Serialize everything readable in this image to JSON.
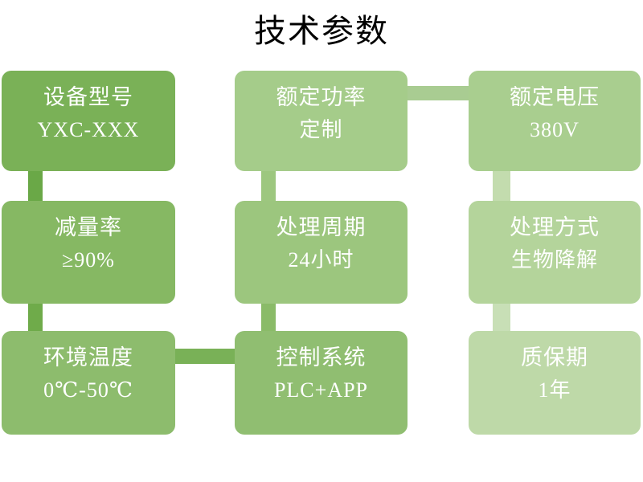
{
  "slide": {
    "title": "技术参数",
    "background_color": "#ffffff",
    "title_color": "#000000"
  },
  "palette": {
    "text_on_card": "#ffffff",
    "connector_dark": "#69a746",
    "connector_light": "#c3dcae"
  },
  "cards": [
    {
      "label": "设备型号",
      "value": "YXC-XXX",
      "color": "#7ab157"
    },
    {
      "label": "额定功率",
      "value": "定制",
      "color": "#a5cc8a"
    },
    {
      "label": "额定电压",
      "value": "380V",
      "color": "#a9ce8f"
    },
    {
      "label": "减量率",
      "value": "≥90%",
      "color": "#86b863"
    },
    {
      "label": "处理周期",
      "value": "24小时",
      "color": "#9cc67e"
    },
    {
      "label": "处理方式",
      "value": "生物降解",
      "color": "#b4d49b"
    },
    {
      "label": "环境温度",
      "value": "0℃-50℃",
      "color": "#8dbc6d"
    },
    {
      "label": "控制系统",
      "value": "PLC+APP",
      "color": "#90be71"
    },
    {
      "label": "质保期",
      "value": "1年",
      "color": "#bed9a8"
    }
  ]
}
